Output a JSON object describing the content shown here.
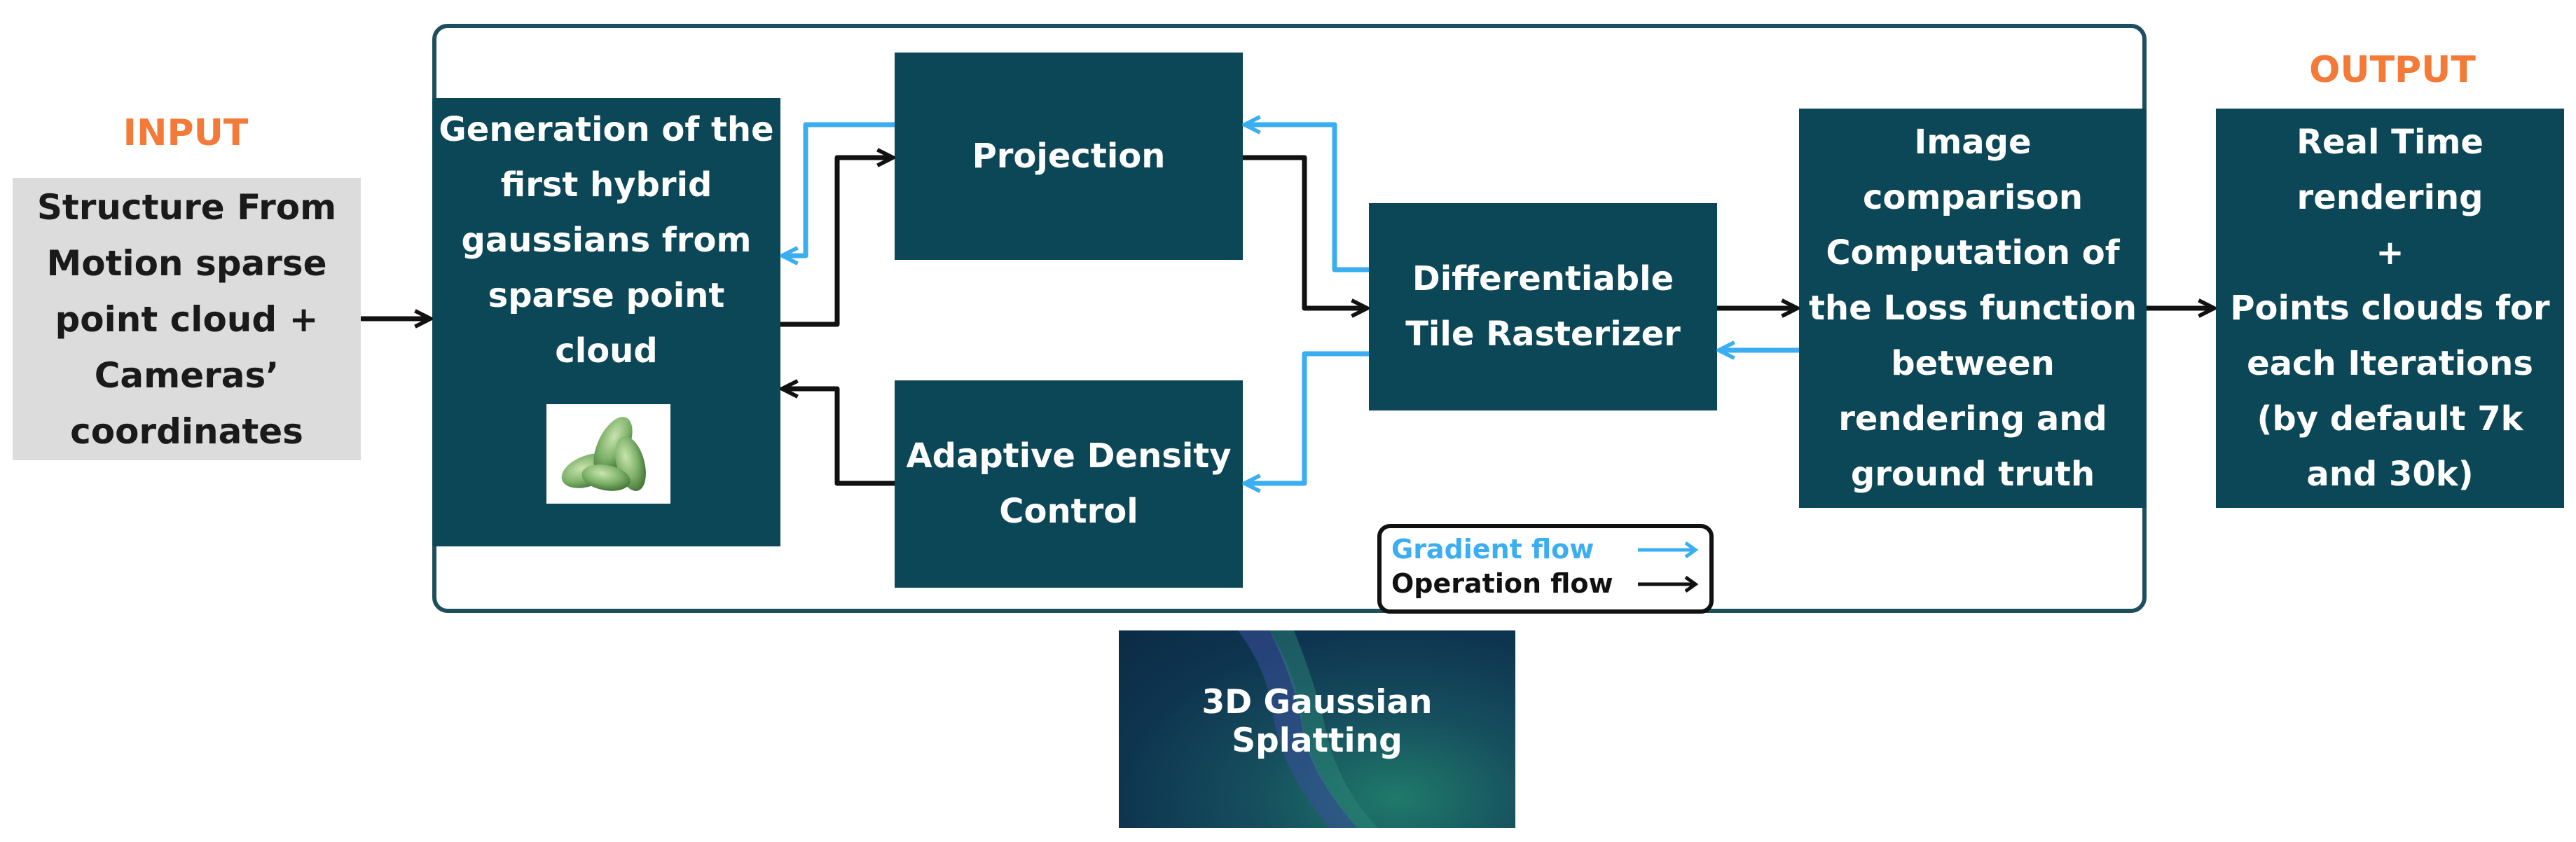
{
  "diagram": {
    "input_heading": "INPUT",
    "output_heading": "OUTPUT",
    "input_box": [
      "Structure From",
      "Motion sparse",
      "point cloud +",
      "Cameras’",
      "coordinates"
    ],
    "gen_box": [
      "Generation of the",
      "first hybrid",
      "gaussians from",
      "sparse point",
      "cloud"
    ],
    "projection_box": "Projection",
    "adaptive_box": [
      "Adaptive Density",
      "Control"
    ],
    "rasterizer_box": [
      "Differentiable",
      "Tile Rasterizer"
    ],
    "comparison_box": [
      "Image",
      "comparison",
      "Computation of",
      "the Loss function",
      "between",
      "rendering and",
      "ground truth"
    ],
    "output_box": [
      "Real Time",
      "rendering",
      "+",
      "Points clouds for",
      "each Iterations",
      "(by default 7k",
      "and 30k)"
    ],
    "legend": {
      "gradient_label": "Gradient flow",
      "operation_label": "Operation flow"
    },
    "banner_label": "3D Gaussian Splatting"
  },
  "colors": {
    "box_fill": "#0B4756",
    "frame_border": "#1E4F5F",
    "heading": "#F47A38",
    "gradient_arrow": "#3AAEF0",
    "operation_arrow": "#111111",
    "input_fill": "#DCDCDC",
    "gaussian_icon": "#7FB36A"
  },
  "icons": {
    "gaussian_icon": "green-ellipsoids",
    "arrow_icon": "right-arrow"
  }
}
